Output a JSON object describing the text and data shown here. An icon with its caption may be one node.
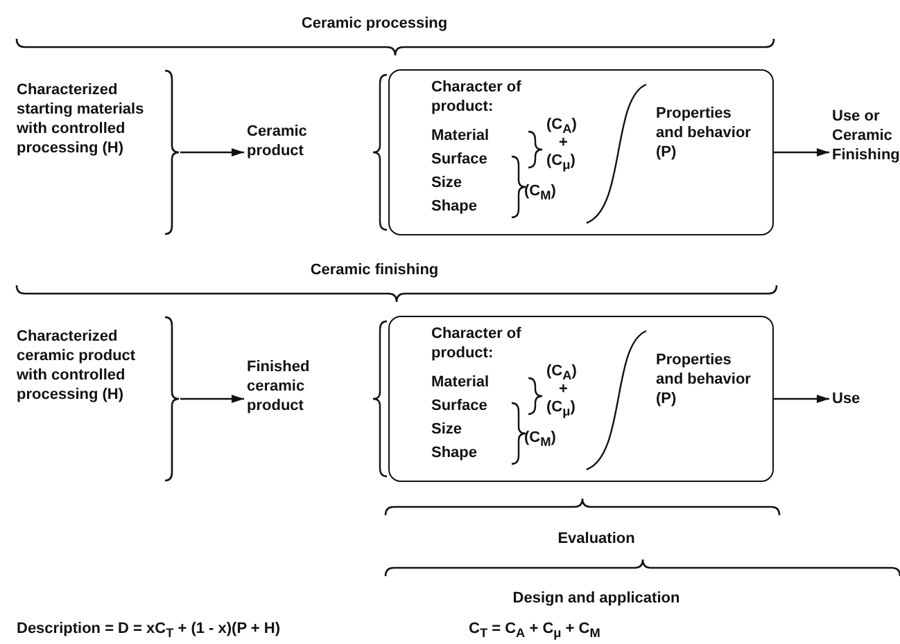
{
  "diagram": {
    "nodes": [
      {
        "text": [
          "Characterized starting materials with controlled processing (H)"
        ]
      },
      {
        "text": [
          "Ceramic product"
        ]
      },
      {
        "text": [
          "Character of product:",
          "Material",
          "Surface",
          "Size",
          "Shape",
          "(C$_{A}$)",
          "+",
          "(C$_{μ}$)",
          "(C$_{M}$)",
          "Properties and behavior (P)"
        ]
      },
      {
        "text": [
          "Use or Ceramic Finishing"
        ]
      },
      {
        "text": [
          "Characterized ceramic product with controlled processing (H)"
        ]
      },
      {
        "text": [
          "Finished ceramic product"
        ]
      },
      {
        "text": [
          "Character of product:",
          "Material",
          "Surface",
          "Size",
          "Shape",
          "(C$_{A}$)",
          "+",
          "(C$_{μ}$)",
          "(C$_{M}$)",
          "Properties and behavior (P)"
        ]
      },
      {
        "text": [
          "Use"
        ]
      }
    ],
    "edges": [
      {
        "from": 0,
        "to": 1,
        "arrow": "to"
      },
      {
        "from": 2,
        "to": 3,
        "arrow": "to"
      },
      {
        "from": 4,
        "to": 5,
        "arrow": "to"
      },
      {
        "from": 6,
        "to": 7,
        "arrow": "to"
      }
    ],
    "labels": [
      "Ceramic processing",
      "Ceramic finishing",
      "Evaluation",
      "Design and application",
      "Description = D = xC$_{T}$ + (1 - x)(P + H)",
      "C$_{T}$ = C$_{A}$ + C$_{μ}$ + C$_{M}$"
    ]
  }
}
